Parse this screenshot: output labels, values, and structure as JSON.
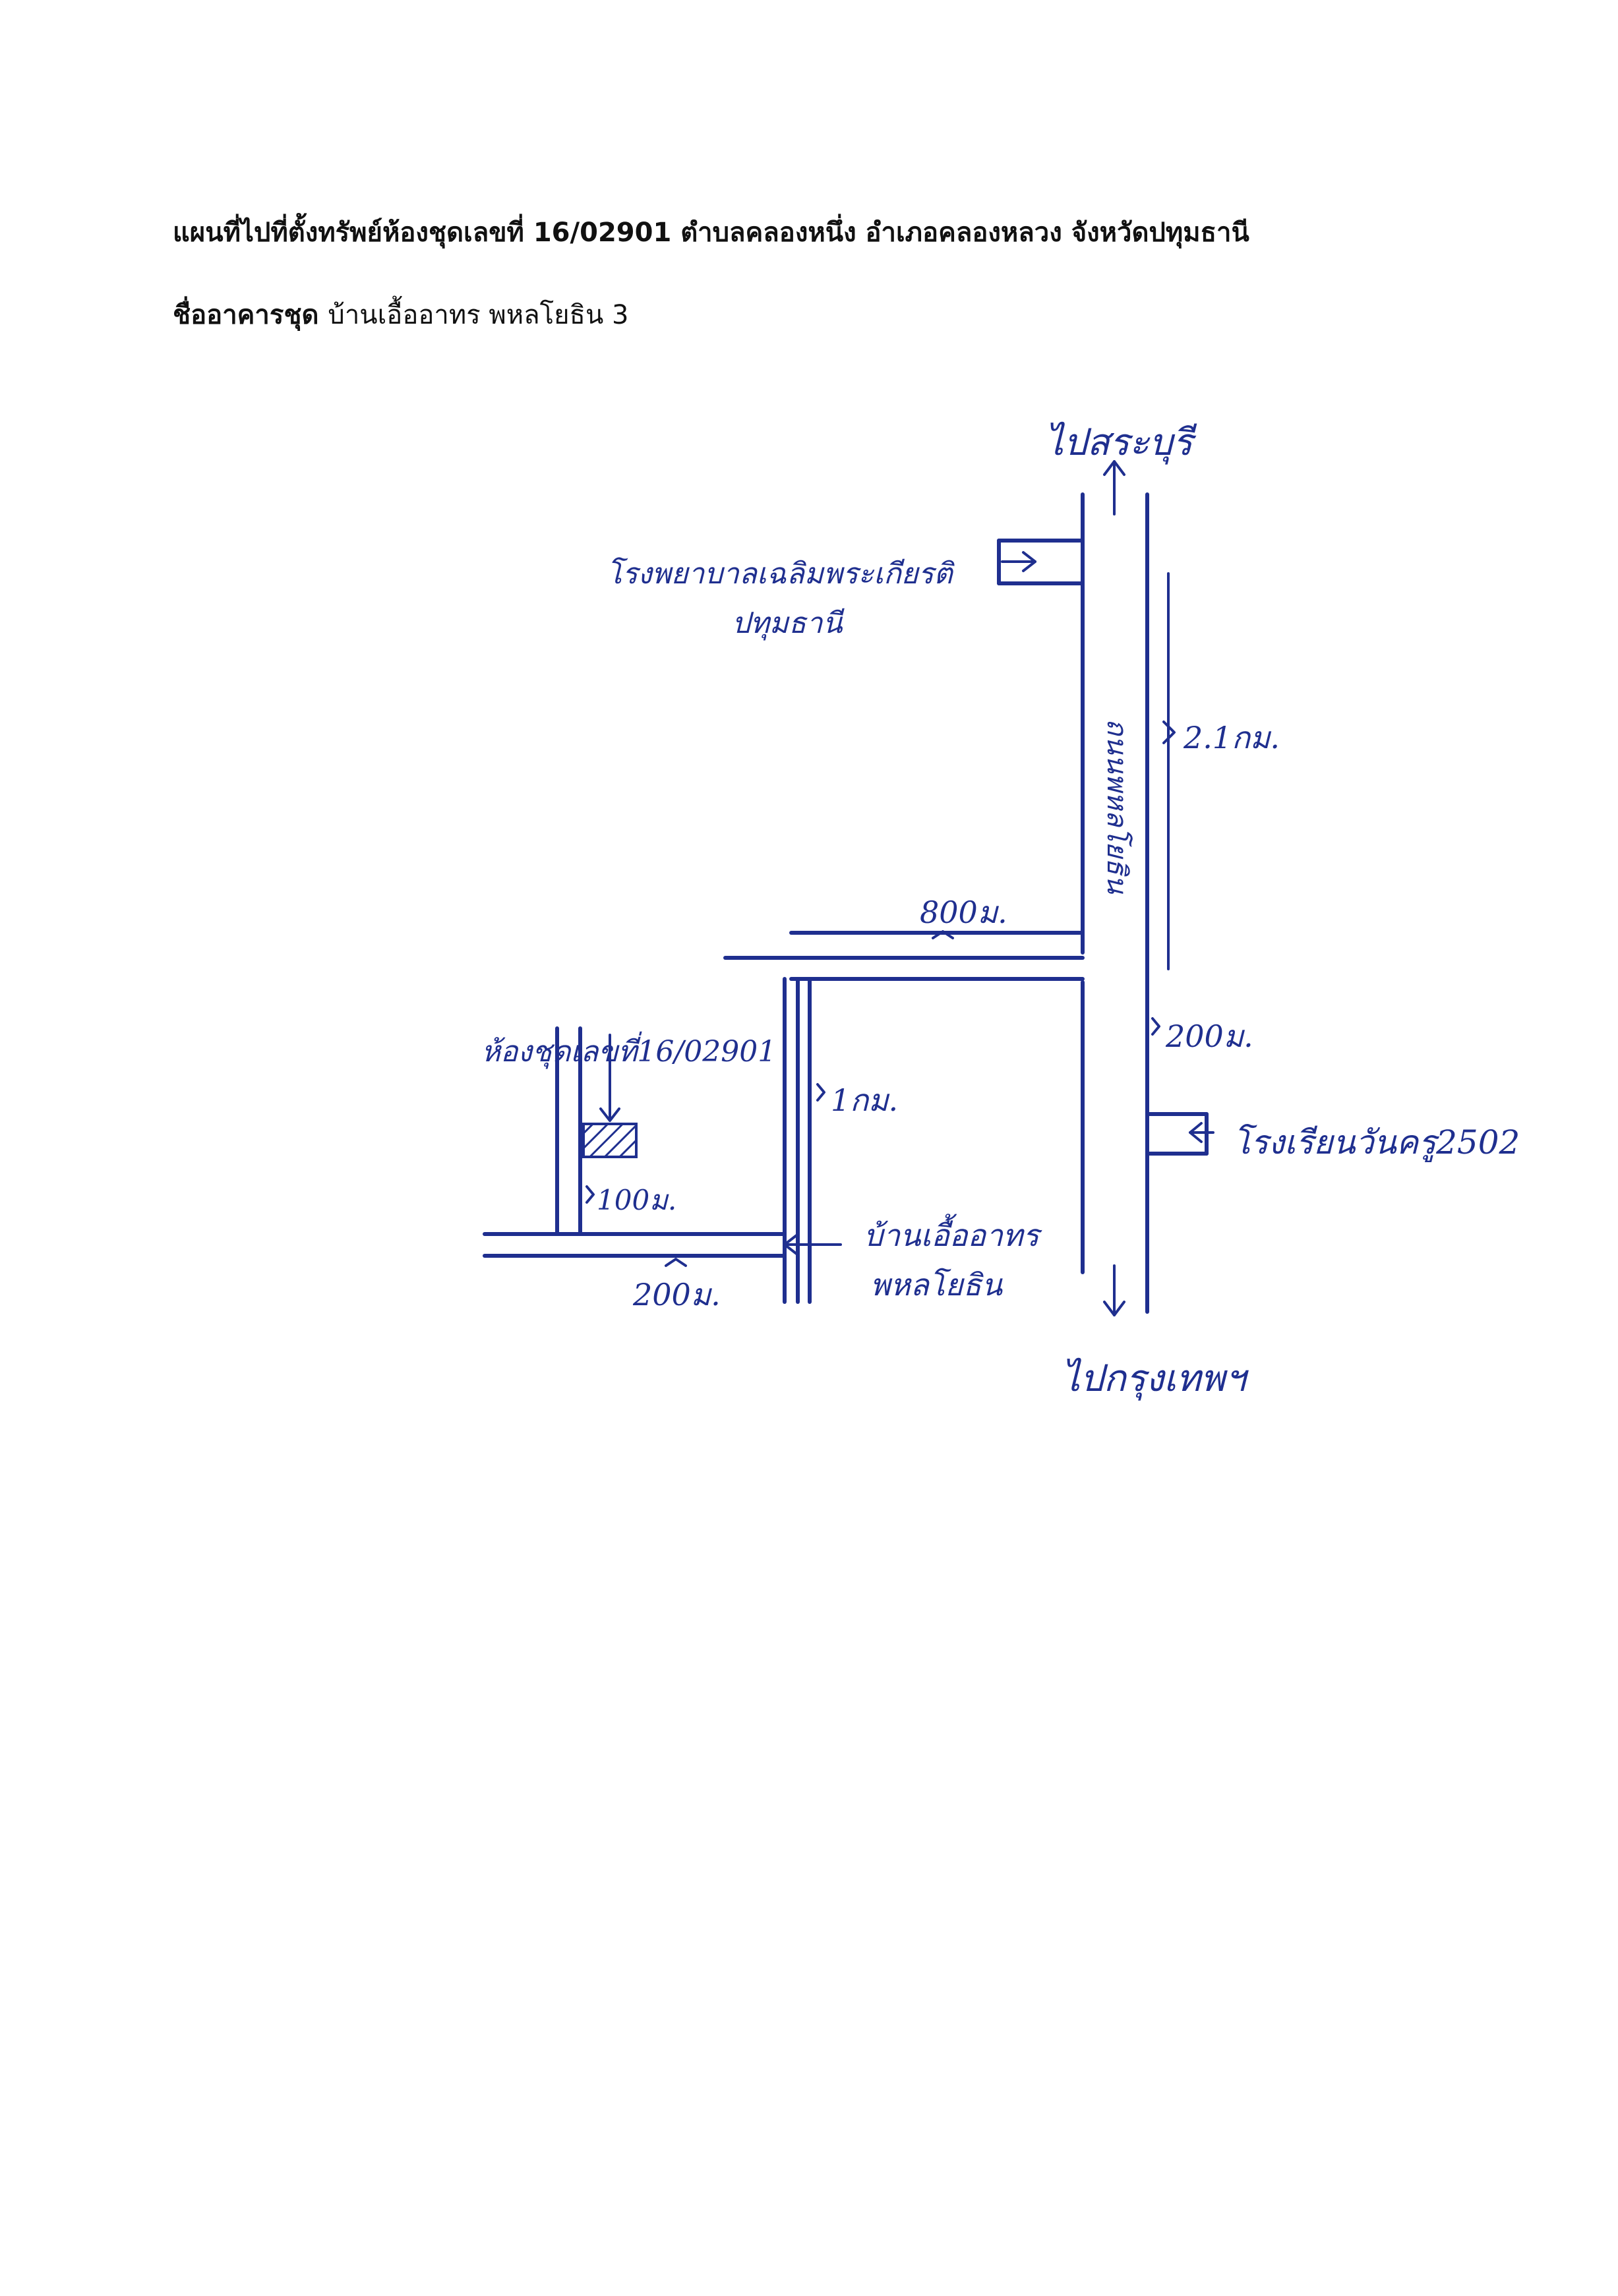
{
  "header": {
    "title": "แผนที่ไปที่ตั้งทรัพย์ห้องชุดเลขที่ 16/02901 ตำบลคลองหนึ่ง อำเภอคลองหลวง จังหวัดปทุมธานี",
    "subtitle_label": "ชื่ออาคารชุด",
    "subtitle_value": "บ้านเอื้ออาทร พหลโยธิน 3"
  },
  "map": {
    "ink_color": "#1f2f8f",
    "to_north": "ไปสระบุรี",
    "to_south": "ไปกรุงเทพฯ",
    "main_road": "ถนนพหลโยธิน",
    "hospital_line1": "โรงพยาบาลเฉลิมพระเกียรติ",
    "hospital_line2": "ปทุมธานี",
    "school": "โรงเรียนวันครู2502",
    "unit_label": "ห้องชุดเลขที่16/02901",
    "project_line1": "บ้านเอื้ออาทร",
    "project_line2": "พหลโยธิน",
    "dist_main": "2.1กม.",
    "dist_branch": "800ม.",
    "dist_school": "200ม.",
    "dist_inner": "1กม.",
    "dist_unit": "100ม.",
    "dist_bottom": "200ม."
  }
}
